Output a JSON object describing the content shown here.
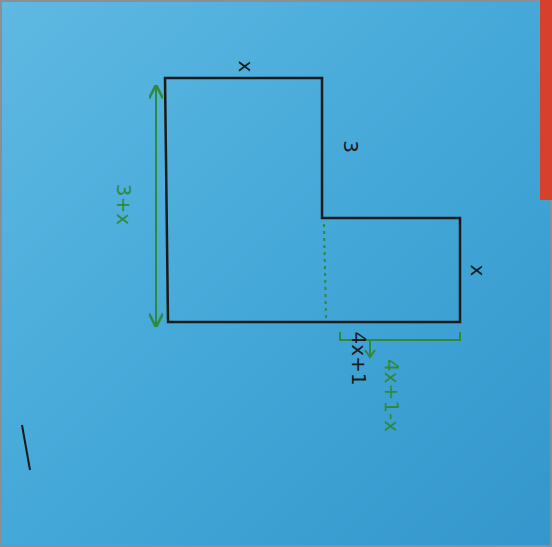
{
  "diagram": {
    "labels": [
      "x",
      "3",
      "x",
      "3+x",
      "4x+1",
      "4x+1-x"
    ]
  }
}
